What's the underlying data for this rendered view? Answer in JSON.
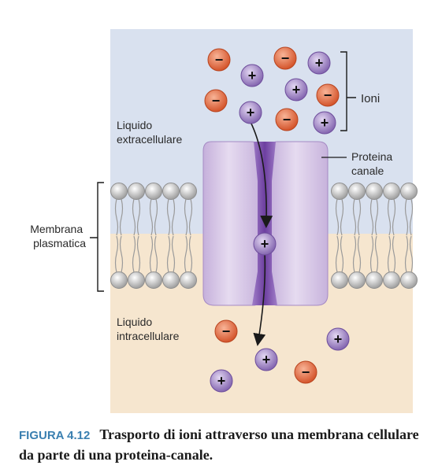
{
  "labels": {
    "ions": "Ioni",
    "extracellular_line1": "Liquido",
    "extracellular_line2": "extracellulare",
    "intracellular_line1": "Liquido",
    "intracellular_line2": "intracellulare",
    "channel_protein_line1": "Proteina",
    "channel_protein_line2": "canale",
    "membrane_line1": "Membrana",
    "membrane_line2": "plasmatica",
    "positive_symbol": "+",
    "negative_symbol": "−"
  },
  "caption": {
    "figure_label": "FIGURA 4.12",
    "text": "Trasporto di ioni attraverso una membrana cellulare da parte di una proteina-canale."
  },
  "colors": {
    "extracellular_bg": "#d9e1ef",
    "intracellular_bg": "#f6e6cf",
    "channel_protein": "#d8c6e6",
    "channel_pore": "#8a5bb8",
    "positive_ion": "#a48ac8",
    "negative_ion": "#e0603a",
    "phospholipid_head": "#d4d4d4",
    "caption_label": "#3a7fb0"
  },
  "icons": {
    "positive_ion": "positive-ion-icon",
    "negative_ion": "negative-ion-icon",
    "phospholipid_head": "phospholipid-head-icon"
  }
}
